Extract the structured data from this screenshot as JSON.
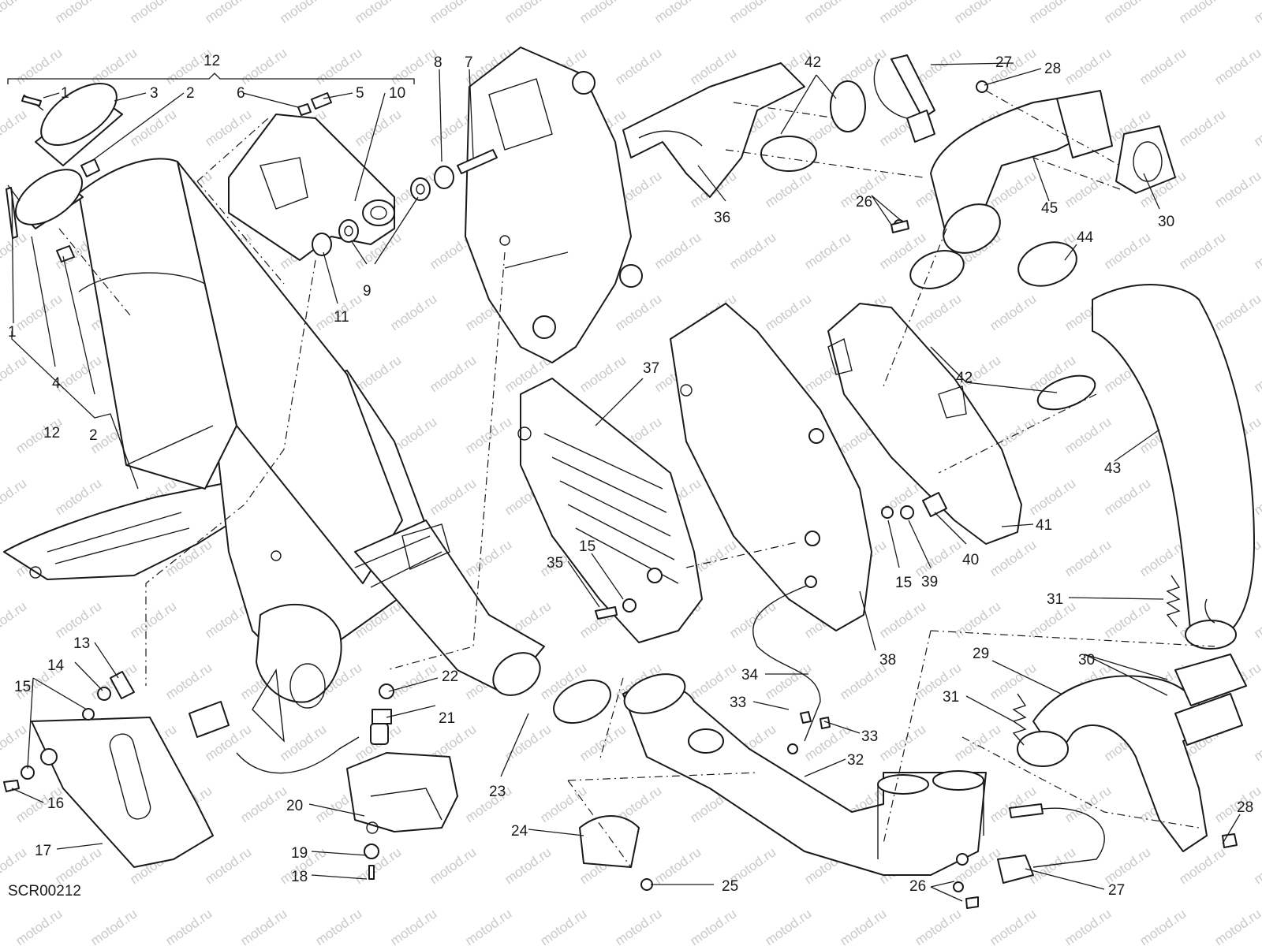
{
  "diagram": {
    "code": "SCR00212",
    "watermark": "motod.ru",
    "ink_color": "#1a1a1a",
    "watermark_color": "#c9c9c9",
    "callouts": [
      "1",
      "1",
      "2",
      "2",
      "3",
      "4",
      "5",
      "6",
      "7",
      "8",
      "9",
      "10",
      "11",
      "12",
      "12",
      "13",
      "14",
      "15",
      "15",
      "15",
      "16",
      "17",
      "18",
      "19",
      "20",
      "21",
      "22",
      "23",
      "24",
      "25",
      "26",
      "26",
      "27",
      "27",
      "28",
      "28",
      "29",
      "30",
      "30",
      "31",
      "31",
      "32",
      "33",
      "33",
      "34",
      "35",
      "36",
      "37",
      "38",
      "39",
      "40",
      "41",
      "42",
      "42",
      "43",
      "44",
      "45"
    ]
  }
}
